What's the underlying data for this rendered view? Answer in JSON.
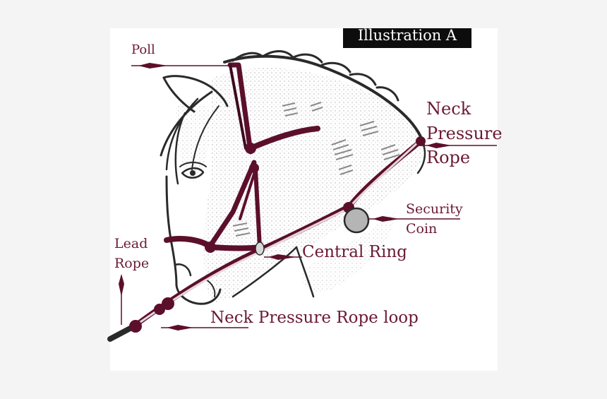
{
  "title": "Illustration A",
  "labels": {
    "poll": "Poll",
    "neck_pressure_rope_l1": "Neck",
    "neck_pressure_rope_l2": "Pressure",
    "neck_pressure_rope_l3": "Rope",
    "security_coin_l1": "Security",
    "security_coin_l2": "Coin",
    "central_ring": "Central Ring",
    "lead_rope_l1": "Lead",
    "lead_rope_l2": "Rope",
    "neck_pressure_rope_loop": "Neck Pressure Rope loop"
  },
  "colors": {
    "rope": "#5c0f2b",
    "label": "#6b1a33",
    "outline": "#2a2a2a",
    "title_bg": "#0d0d0d"
  }
}
